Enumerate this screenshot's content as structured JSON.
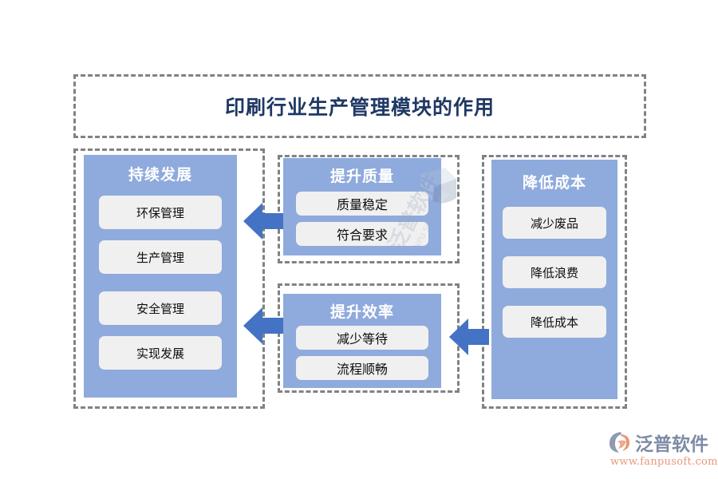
{
  "title": {
    "text": "印刷行业生产管理模块的作用",
    "color": "#1F3864"
  },
  "theme": {
    "panel_blue": "#8FAADC",
    "chip_grey": "#F0F0F0",
    "dashed_border": "#808285",
    "arrow_blue": "#4472C4",
    "title_navy": "#1F3864"
  },
  "groups": {
    "sustainable_development": {
      "heading": "持续发展",
      "items": [
        {
          "label": "环保管理"
        },
        {
          "label": "生产管理"
        },
        {
          "label": "安全管理"
        },
        {
          "label": "实现发展"
        }
      ]
    },
    "improve_quality": {
      "heading": "提升质量",
      "items": [
        {
          "label": "质量稳定"
        },
        {
          "label": "符合要求"
        }
      ]
    },
    "improve_efficiency": {
      "heading": "提升效率",
      "items": [
        {
          "label": "减少等待"
        },
        {
          "label": "流程顺畅"
        }
      ]
    },
    "reduce_cost": {
      "heading": "降低成本",
      "items": [
        {
          "label": "减少废品"
        },
        {
          "label": "降低浪费"
        },
        {
          "label": "降低成本"
        }
      ]
    }
  },
  "arrows": [
    {
      "name": "quality-to-development",
      "direction": "left"
    },
    {
      "name": "efficiency-to-development",
      "direction": "left"
    },
    {
      "name": "cost-to-efficiency",
      "direction": "left"
    }
  ],
  "brand": {
    "name": "泛普软件",
    "url": "www.fanpusoft.com",
    "name_color": "#7E8BA6",
    "url_color": "#E8987A"
  },
  "watermark": {
    "name": "泛普软件",
    "subtitle": "FANPU SOFTWARE"
  }
}
